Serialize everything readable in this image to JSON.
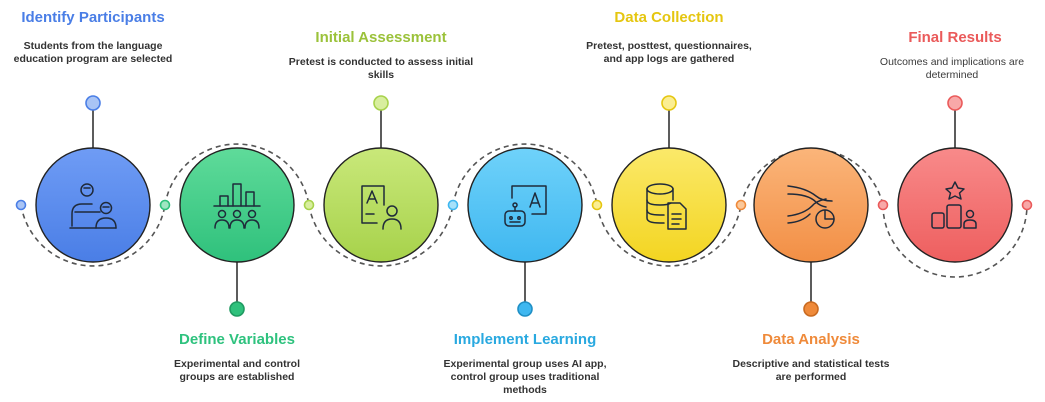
{
  "steps": [
    {
      "title": "Identify Participants",
      "desc": "Students from the language education program are selected",
      "color": "#5b8def",
      "icon": "users-at-desk-icon"
    },
    {
      "title": "Define Variables",
      "desc": "Experimental and control groups are established",
      "color": "#2ec27e",
      "icon": "group-bar-chart-icon"
    },
    {
      "title": "Initial Assessment",
      "desc": "Pretest is conducted to assess initial skills",
      "color": "#9bc23a",
      "icon": "test-sheet-person-icon"
    },
    {
      "title": "Implement Learning",
      "desc": "Experimental group uses AI app, control group uses traditional methods",
      "color": "#29a9e0",
      "icon": "ai-robot-screen-icon"
    },
    {
      "title": "Data Collection",
      "desc": "Pretest, posttest, questionnaires, and app logs are gathered",
      "color": "#e5c610",
      "icon": "database-document-icon"
    },
    {
      "title": "Data Analysis",
      "desc": "Descriptive and statistical tests are performed",
      "color": "#ef8a3a",
      "icon": "trend-pie-chart-icon"
    },
    {
      "title": "Final Results",
      "desc": "Outcomes and implications are determined",
      "color": "#ea5a5a",
      "icon": "podium-star-icon"
    }
  ]
}
